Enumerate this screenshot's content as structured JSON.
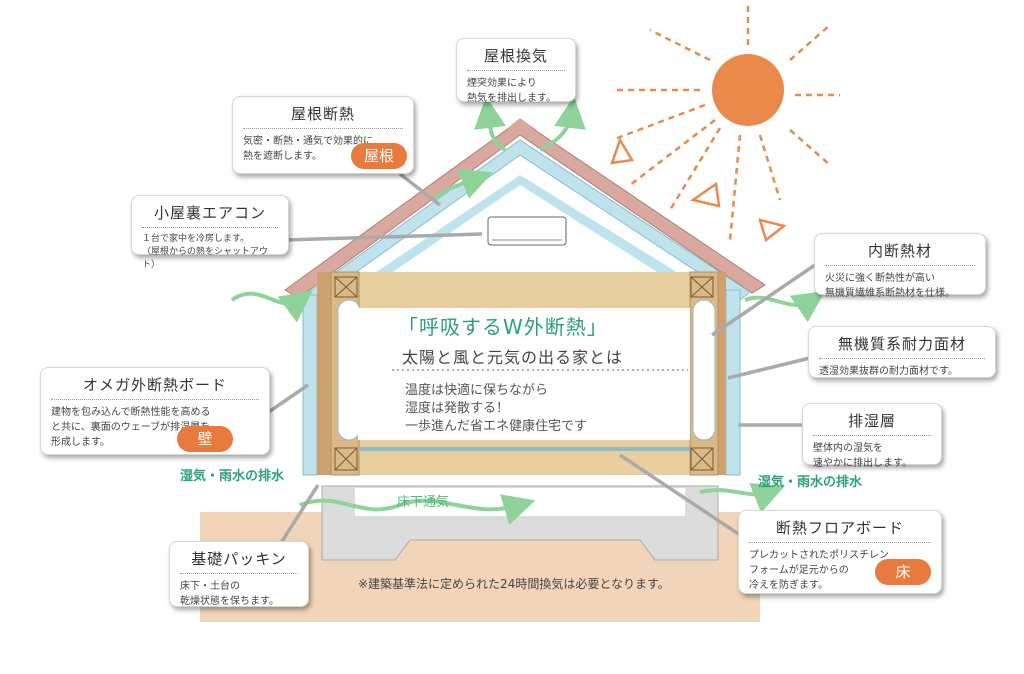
{
  "center": {
    "title": "「呼吸するW外断熱」",
    "subtitle": "太陽と風と元気の出る家とは",
    "lines": "温度は快適に保ちながら\n湿度は発散する！\n一歩進んだ省エネ健康住宅です"
  },
  "callouts": {
    "roof_vent": {
      "title": "屋根換気",
      "body": "煙突効果により\n熱気を排出します。"
    },
    "roof_insulation": {
      "title": "屋根断熱",
      "body": "気密・断熱・通気で効果的に\n熱を遮断します。",
      "badge": "屋根"
    },
    "attic_ac": {
      "title": "小屋裏エアコン",
      "body": "１台で家中を冷房します。\n（屋根からの熱をシャットアウト）"
    },
    "omega_board": {
      "title": "オメガ外断熱ボード",
      "body": "建物を包み込んで断熱性能を高める\nと共に、裏面のウェーブが排湿層を\n形成します。",
      "badge": "壁"
    },
    "foundation_packing": {
      "title": "基礎パッキン",
      "body": "床下・土台の\n乾燥状態を保ちます。"
    },
    "inner_insulation": {
      "title": "内断熱材",
      "body": "火災に強く断熱性が高い\n無機質繊維系断熱材を仕様。"
    },
    "structural_panel": {
      "title": "無機質系耐力面材",
      "body": "透湿効果抜群の耐力面材です。"
    },
    "dehumid_layer": {
      "title": "排湿層",
      "body": "壁体内の湿気を\n速やかに排出します。"
    },
    "floor_board": {
      "title": "断熱フロアボード",
      "body": "プレカットされたポリスチレン\nフォームが足元からの\n冷えを防ぎます。",
      "badge": "床"
    }
  },
  "labels": {
    "drain_left": "湿気・雨水の排水",
    "drain_right": "湿気・雨水の排水",
    "underfloor": "床下通気",
    "note": "※建築基準法に定められた24時間換気は必要となります。"
  },
  "colors": {
    "sun": "#e98a4a",
    "wood": "#e8cfa0",
    "insulation": "#bfe3ec",
    "air": "#8fd39a",
    "ground": "#f2d5b8",
    "badge": "#e87a3e",
    "green_text": "#2aa07a"
  }
}
